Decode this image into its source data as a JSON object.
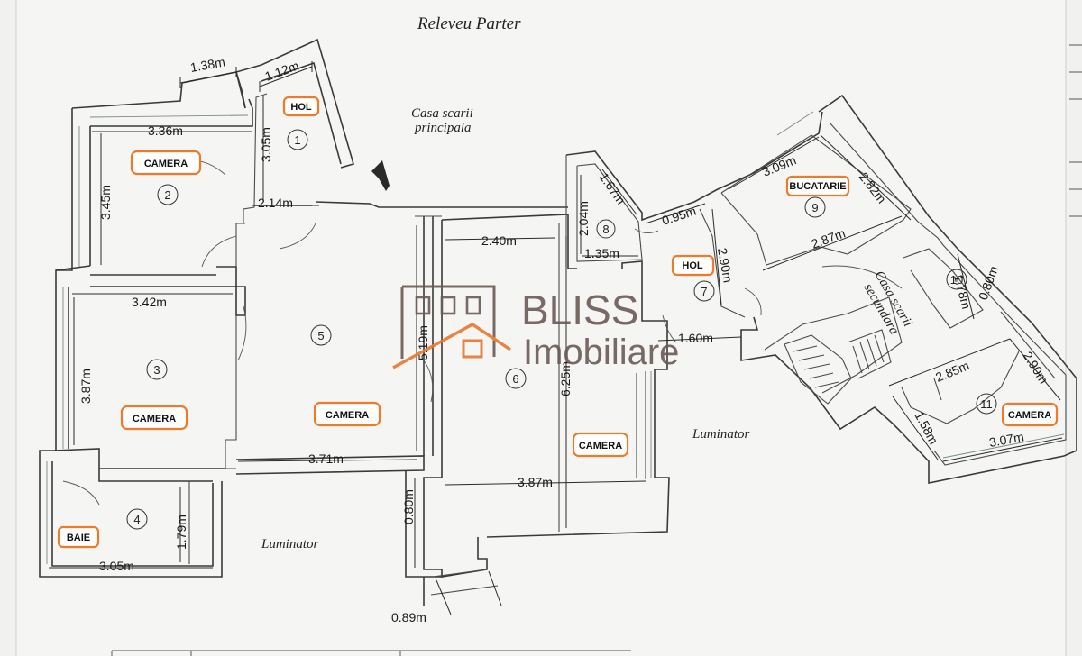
{
  "title": "Releveu Parter",
  "annotations": {
    "stair_main": [
      "Casa scarii",
      "principala"
    ],
    "stair_secondary": [
      "Casa scarii",
      "secundara"
    ],
    "luminator": "Luminator"
  },
  "rooms": [
    {
      "num": "1",
      "label": "HOL"
    },
    {
      "num": "2",
      "label": "CAMERA"
    },
    {
      "num": "3",
      "label": "CAMERA"
    },
    {
      "num": "4",
      "label": "BAIE"
    },
    {
      "num": "5",
      "label": "CAMERA"
    },
    {
      "num": "6",
      "label": "CAMERA"
    },
    {
      "num": "7",
      "label": "HOL"
    },
    {
      "num": "8",
      "label": ""
    },
    {
      "num": "9",
      "label": "BUCATARIE"
    },
    {
      "num": "10",
      "label": ""
    },
    {
      "num": "11",
      "label": "CAMERA"
    }
  ],
  "dimensions": {
    "d1_38": "1.38m",
    "d1_12": "1.12m",
    "d3_36": "3.36m",
    "d3_05v": "3.05m",
    "d3_45": "3.45m",
    "d2_14": "2.14m",
    "d3_42": "3.42m",
    "d3_87v": "3.87m",
    "d5_19": "5.19m",
    "d3_71": "3.71m",
    "d1_79": "1.79m",
    "d3_05h": "3.05m",
    "d2_40": "2.40m",
    "d2_04": "2.04m",
    "d1_67": "1.67m",
    "d1_35": "1.35m",
    "d6_25": "6.25m",
    "d3_87h": "3.87m",
    "d0_80v": "0.80m",
    "d0_89": "0.89m",
    "d0_95": "0.95m",
    "d2_90a": "2.90m",
    "d1_60": "1.60m",
    "d3_09": "3.09m",
    "d2_82": "2.82m",
    "d2_87": "2.87m",
    "d1_78": "1.78m",
    "d0_80d": "0.80m",
    "d2_85": "2.85m",
    "d2_90b": "2.90m",
    "d1_58": "1.58m",
    "d3_07": "3.07m"
  },
  "logo": {
    "name": "BLISS",
    "sub": "Imobiliare",
    "accent": "#e8772e",
    "main": "#6b5a57"
  },
  "colors": {
    "label_border": "#ee7a2a",
    "paper": "#f1f1ef",
    "line": "#3a3a3a"
  }
}
